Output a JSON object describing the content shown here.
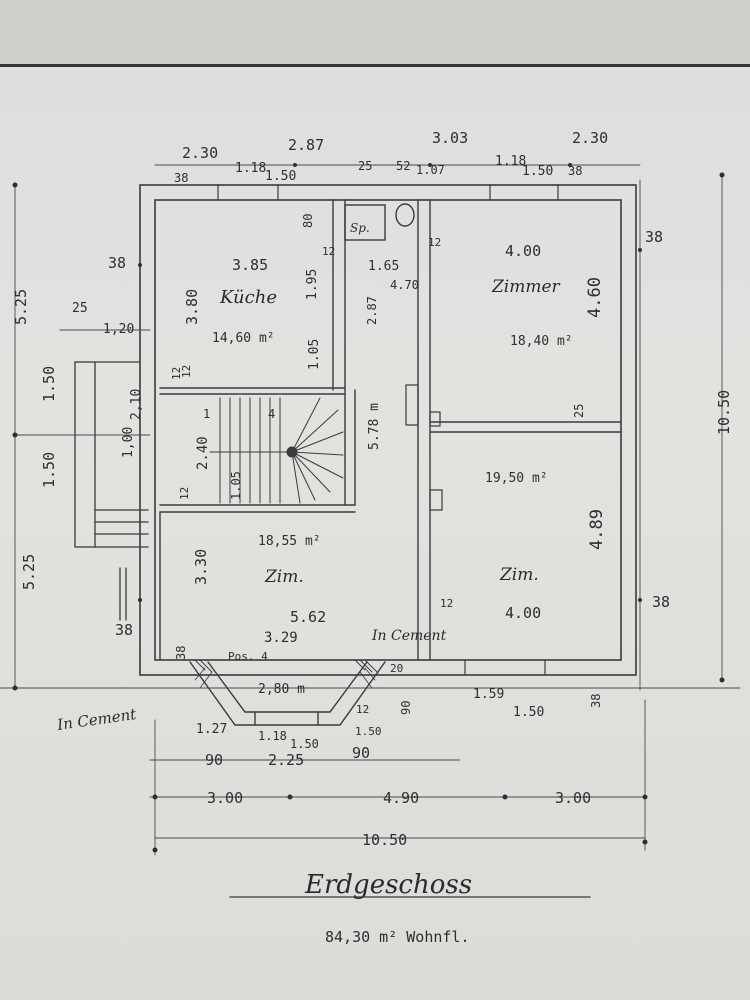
{
  "plan": {
    "title": "Erdgeschoss",
    "subtitle": "84,30 m² Wohnfl.",
    "rooms": {
      "kitchen": {
        "name": "Küche",
        "area": "14,60 m²"
      },
      "room_ne": {
        "name": "Zimmer",
        "area": "18,40 m²"
      },
      "room_mid": {
        "area": "19,50 m²"
      },
      "room_sw": {
        "name": "Zim.",
        "area": "18,55 m²"
      },
      "room_se": {
        "name": "Zim."
      },
      "wc": {
        "name": "Sp."
      }
    },
    "notes": {
      "cement_top": "In Cement",
      "cement_left": "In Cement",
      "pos": "Pos. 4",
      "bay_width": "2,80 m"
    },
    "dims": {
      "top_2_30a": "2.30",
      "top_2_87": "2.87",
      "top_3_03": "3.03",
      "top_2_30b": "2.30",
      "top_38_l": "38",
      "top_1_18": "1.18",
      "top_1_50": "1.50",
      "top_25": "25",
      "top_52": "52",
      "top_1_07": "1.07",
      "top_1_18b": "1.18",
      "top_1_50b": "1.50",
      "top_38_r": "38",
      "left_5_25a": "5.25",
      "left_5_25b": "5.25",
      "left_38a": "38",
      "left_38b": "38",
      "left_25": "25",
      "left_1_20": "1,20",
      "left_1_50a": "1.50",
      "left_1_50b": "1.50",
      "left_2_10": "2,10",
      "left_1_00": "1,00",
      "right_38a": "38",
      "right_10_50": "10.50",
      "right_38b": "38",
      "right_4_60": "4.60",
      "right_4_89": "4.89",
      "k_3_85": "3.85",
      "k_3_80": "3.80",
      "k_1_95": "1.95",
      "k_1_05": "1.05",
      "k_80": "80",
      "k_12a": "12",
      "k_12b": "12",
      "c_1_65": "1.65",
      "c_2_87": "2.87",
      "c_4_70": "4.70",
      "c_5_78": "5.78 m",
      "c_12": "12",
      "z_4_00": "4.00",
      "z_25": "25",
      "s_2_40": "2.40",
      "s_1_05": "1.05",
      "s_12a": "12",
      "s_12b": "12",
      "s_1": "1",
      "s_4": "4",
      "r_3_30": "3.30",
      "r_5_62": "5.62",
      "r_3_29": "3.29",
      "r_38": "38",
      "e_12": "12",
      "e_4_00": "4.00",
      "b_1_59": "1.59",
      "b_1_50": "1.50",
      "b_38": "38",
      "bay_20": "20",
      "bay_12": "12",
      "bay_90r": "90",
      "bay_1_50": "1.50",
      "bay_1_18": "1.18",
      "bay_1_50b": "1.50",
      "bay_1_27": "1.27",
      "bot_90a": "90",
      "bot_2_25": "2.25",
      "bot_90b": "90",
      "bot_3_00a": "3.00",
      "bot_4_90": "4.90",
      "bot_3_00b": "3.00",
      "bot_10_50": "10.50"
    }
  }
}
